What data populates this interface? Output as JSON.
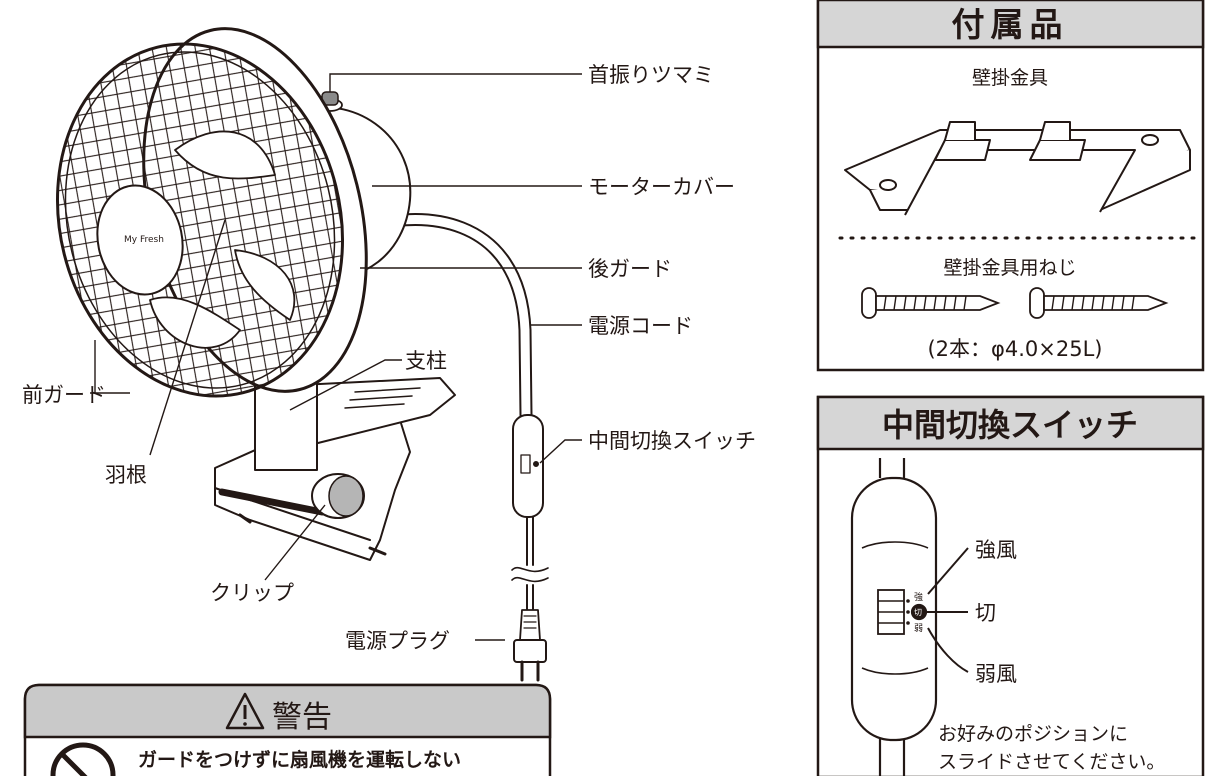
{
  "colors": {
    "ink": "#231815",
    "panel_header_fill": "#d6d6d6",
    "warning_header_fill": "#c9c9c9",
    "background": "#ffffff"
  },
  "fan_diagram": {
    "brand_text": "My Fresh",
    "part_labels": {
      "oscillation_knob": "首振りツマミ",
      "motor_cover": "モーターカバー",
      "rear_guard": "後ガード",
      "power_cord": "電源コード",
      "pole": "支柱",
      "front_guard": "前ガード",
      "inline_switch": "中間切換スイッチ",
      "blade": "羽根",
      "clip": "クリップ",
      "power_plug": "電源プラグ"
    }
  },
  "accessories": {
    "title": "付属品",
    "bracket_label": "壁掛金具",
    "screw_label": "壁掛金具用ねじ",
    "screw_spec": "(2本：φ4.0×25L)"
  },
  "switch_panel": {
    "title": "中間切換スイッチ",
    "strong_label": "強風",
    "off_label": "切",
    "weak_label": "弱風",
    "mark_strong": "強",
    "mark_off": "切",
    "mark_weak": "弱",
    "instruction_line1": "お好みのポジションに",
    "instruction_line2": "スライドさせてください。"
  },
  "warning": {
    "icon": "warning-triangle-icon",
    "title": "警告",
    "prohibition_icon": "prohibition-icon",
    "text": "ガードをつけずに扇風機を運転しない"
  }
}
